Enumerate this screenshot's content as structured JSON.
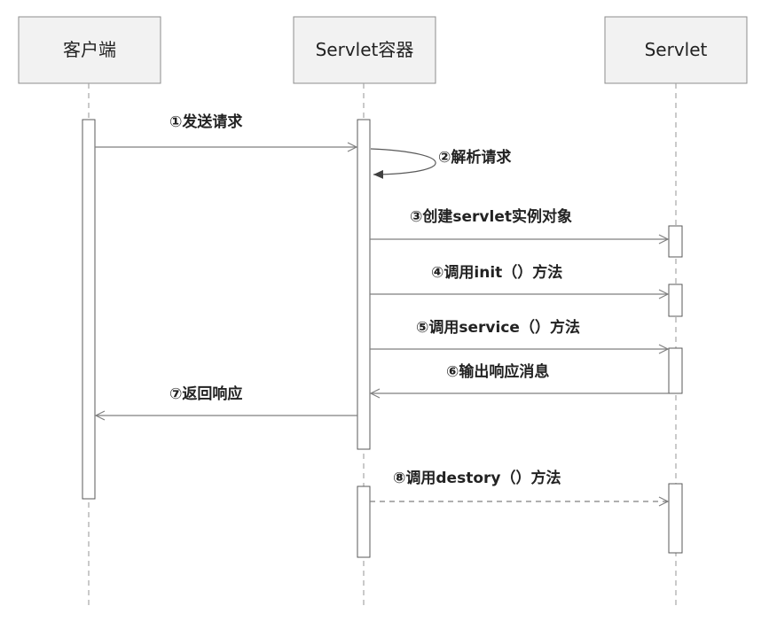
{
  "actors": [
    {
      "label": "客户端"
    },
    {
      "label": "Servlet容器"
    },
    {
      "label": "Servlet"
    }
  ],
  "messages": [
    {
      "label": "①发送请求"
    },
    {
      "label": "②解析请求"
    },
    {
      "label": "③创建servlet实例对象"
    },
    {
      "label": "④调用init（）方法"
    },
    {
      "label": "⑤调用service（）方法"
    },
    {
      "label": "⑥输出响应消息"
    },
    {
      "label": "⑦返回响应"
    },
    {
      "label": "⑧调用destory（）方法"
    }
  ],
  "colors": {
    "actor_fill": "#f2f2f2",
    "line": "#7f7f7f",
    "text": "#222222"
  }
}
